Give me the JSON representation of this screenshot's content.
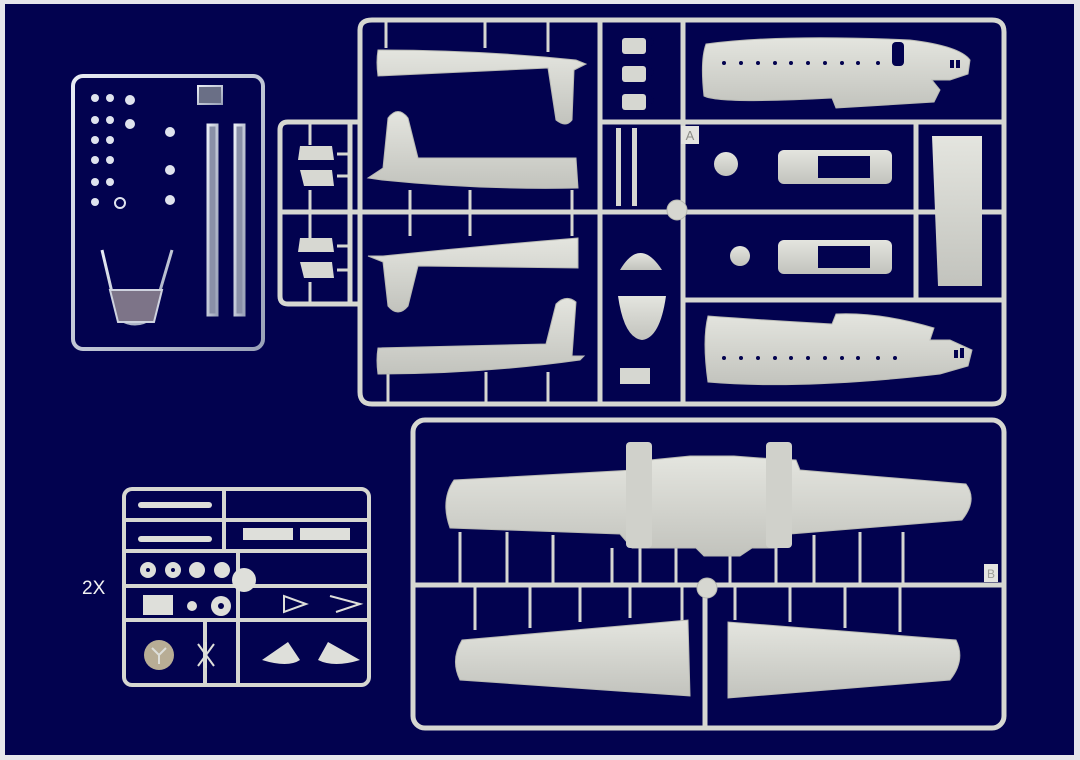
{
  "scene": {
    "description": "Plastic scale model aircraft kit sprues laid out on a dark navy background",
    "background_color": "#02024f",
    "border_color": "#e6e6ea",
    "plastic_color": "#d4d5cf",
    "clear_plastic_color": "#c8ccd8"
  },
  "labels": {
    "small_sprue_multiplier": "2X",
    "sprue_a_letter": "A",
    "sprue_b_letter": "B"
  },
  "sprues": [
    {
      "name": "clear-parts-sprue",
      "contents": "canopy, windows and window strips"
    },
    {
      "name": "sprue-a",
      "contents": "fuselage halves, tail booms, engine nacelles, stabilizers"
    },
    {
      "name": "small-parts-sprue",
      "contents": "propellers, wheels, landing gear, struts"
    },
    {
      "name": "sprue-b",
      "contents": "center wing section and outer wing panels"
    }
  ]
}
